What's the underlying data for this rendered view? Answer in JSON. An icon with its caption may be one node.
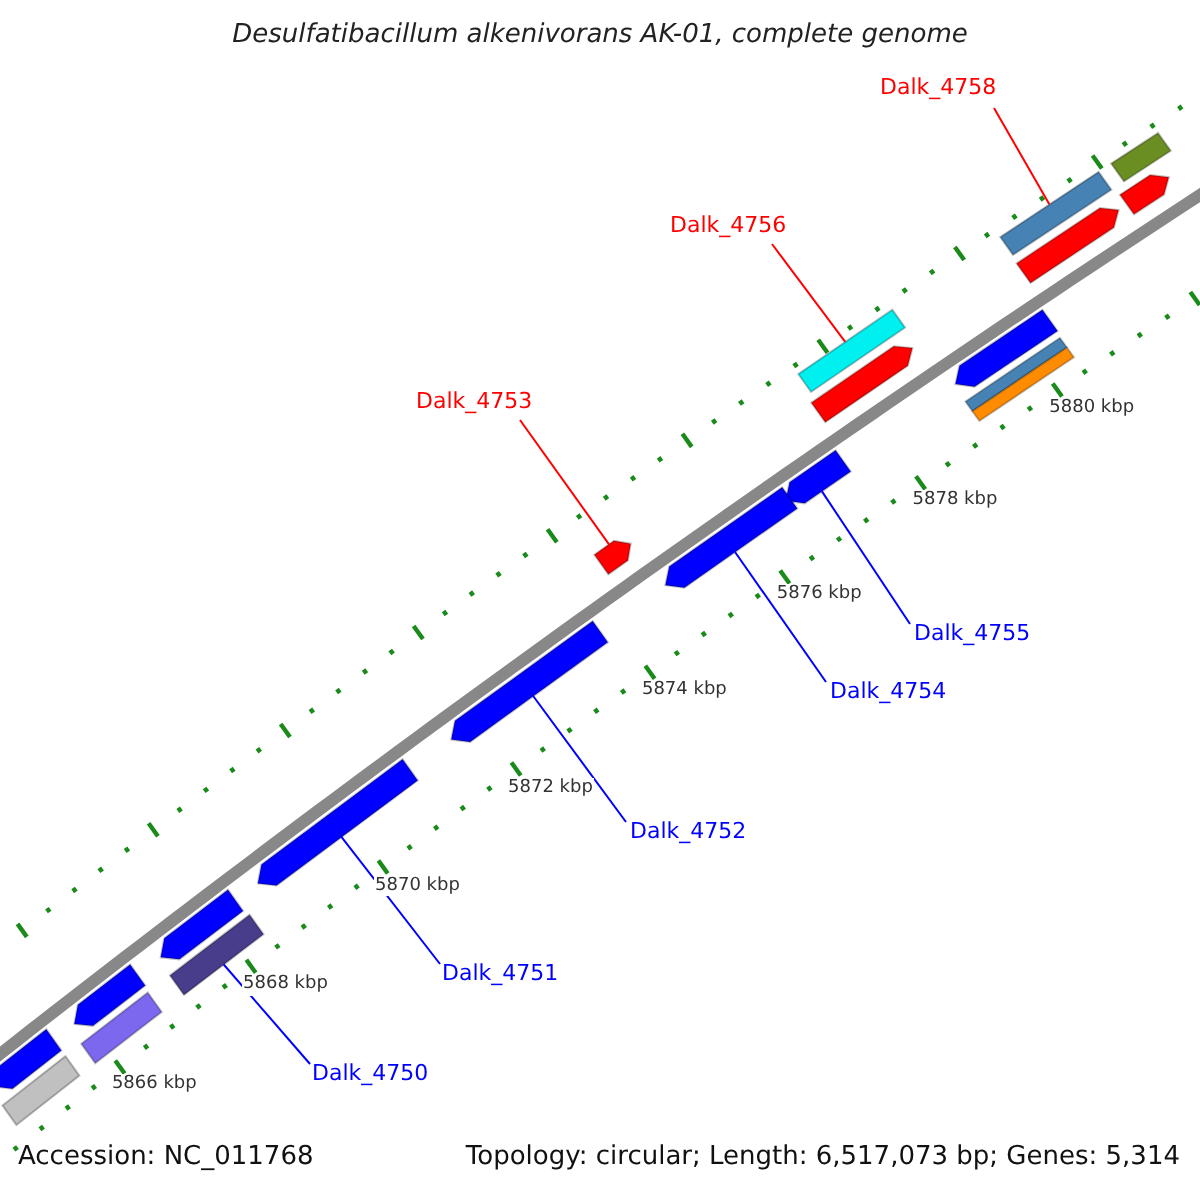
{
  "diagram": {
    "title": "Desulfatibacillum alkenivorans AK-01, complete genome",
    "nodes": [
      {
        "text": [
          "Dalk_4758"
        ]
      },
      {
        "text": [],
        "shape": "bar"
      },
      {
        "text": [
          "Dalk_4756"
        ]
      },
      {
        "text": [],
        "shape": "bar"
      },
      {
        "text": [
          "Dalk_4753"
        ]
      },
      {
        "text": [],
        "shape": "bar"
      },
      {
        "text": [
          "Dalk_4755"
        ]
      },
      {
        "text": [],
        "shape": "bar"
      },
      {
        "text": [
          "Dalk_4754"
        ]
      },
      {
        "text": [],
        "shape": "bar"
      },
      {
        "text": [
          "Dalk_4752"
        ]
      },
      {
        "text": [],
        "shape": "bar"
      },
      {
        "text": [
          "Dalk_4751"
        ]
      },
      {
        "text": [],
        "shape": "bar"
      },
      {
        "text": [
          "Dalk_4750"
        ]
      },
      {
        "text": [],
        "shape": "bar"
      },
      {
        "text": [],
        "shape": "bar"
      },
      {
        "text": [],
        "shape": "bar"
      },
      {
        "text": [],
        "shape": "bar"
      },
      {
        "text": [],
        "shape": "bar"
      },
      {
        "text": [],
        "shape": "bar"
      },
      {
        "text": [],
        "shape": "bar"
      },
      {
        "text": [],
        "shape": "bar"
      },
      {
        "text": [],
        "shape": "bar"
      },
      {
        "text": [],
        "shape": "bar"
      },
      {
        "text": [],
        "shape": "bar"
      },
      {
        "text": [],
        "shape": "bar"
      },
      {
        "text": [],
        "shape": "bar"
      }
    ],
    "edges": [
      {
        "from": 0,
        "to": 1,
        "arrow": "none",
        "color": "#ff0000"
      },
      {
        "from": 2,
        "to": 3,
        "arrow": "none",
        "color": "#ff0000"
      },
      {
        "from": 4,
        "to": 5,
        "arrow": "none",
        "color": "#ff0000"
      },
      {
        "from": 6,
        "to": 7,
        "arrow": "none"
      },
      {
        "from": 8,
        "to": 9,
        "arrow": "none"
      },
      {
        "from": 10,
        "to": 11,
        "arrow": "none"
      },
      {
        "from": 12,
        "to": 13,
        "arrow": "none"
      },
      {
        "from": 14,
        "to": 15,
        "arrow": "none"
      }
    ],
    "labels": [
      "5880 kbp",
      "5878 kbp",
      "5876 kbp",
      "5874 kbp",
      "5872 kbp",
      "5870 kbp",
      "5868 kbp",
      "5866 kbp",
      "Accession: NC_011768",
      "Topology: circular; Length: 6,517,073 bp; Genes: 5,314"
    ]
  }
}
